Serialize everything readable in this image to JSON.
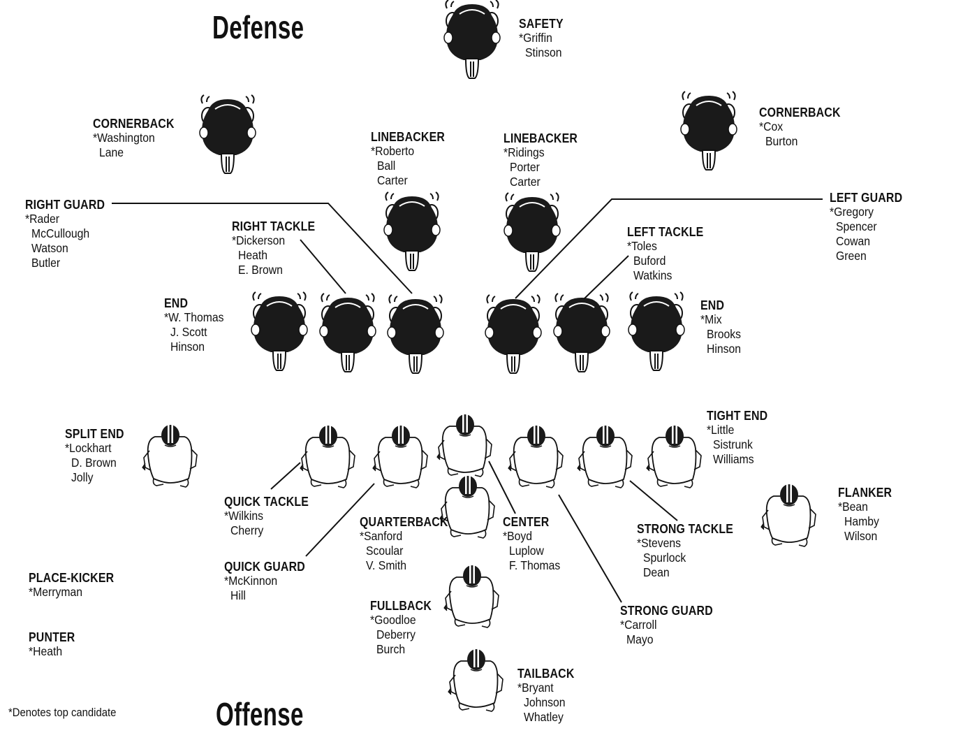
{
  "headings": {
    "defense": "Defense",
    "offense": "Offense"
  },
  "footnote": "*Denotes top candidate",
  "defense": {
    "safety": {
      "title": "SAFETY",
      "players": [
        "*Griffin",
        "Stinson"
      ]
    },
    "cornerback_l": {
      "title": "CORNERBACK",
      "players": [
        "*Washington",
        "Lane"
      ]
    },
    "cornerback_r": {
      "title": "CORNERBACK",
      "players": [
        "*Cox",
        "Burton"
      ]
    },
    "linebacker_l": {
      "title": "LINEBACKER",
      "players": [
        "*Roberto",
        "Ball",
        "Carter"
      ]
    },
    "linebacker_r": {
      "title": "LINEBACKER",
      "players": [
        "*Ridings",
        "Porter",
        "Carter"
      ]
    },
    "right_guard": {
      "title": "RIGHT GUARD",
      "players": [
        "*Rader",
        "McCullough",
        "Watson",
        "Butler"
      ]
    },
    "left_guard": {
      "title": "LEFT GUARD",
      "players": [
        "*Gregory",
        "Spencer",
        "Cowan",
        "Green"
      ]
    },
    "right_tackle": {
      "title": "RIGHT TACKLE",
      "players": [
        "*Dickerson",
        "Heath",
        "E. Brown"
      ]
    },
    "left_tackle": {
      "title": "LEFT TACKLE",
      "players": [
        "*Toles",
        "Buford",
        "Watkins"
      ]
    },
    "end_l": {
      "title": "END",
      "players": [
        "*W. Thomas",
        "J. Scott",
        "Hinson"
      ]
    },
    "end_r": {
      "title": "END",
      "players": [
        "*Mix",
        "Brooks",
        "Hinson"
      ]
    }
  },
  "offense": {
    "split_end": {
      "title": "SPLIT END",
      "players": [
        "*Lockhart",
        "D. Brown",
        "Jolly"
      ]
    },
    "tight_end": {
      "title": "TIGHT END",
      "players": [
        "*Little",
        "Sistrunk",
        "Williams"
      ]
    },
    "quick_tackle": {
      "title": "QUICK TACKLE",
      "players": [
        "*Wilkins",
        "Cherry"
      ]
    },
    "quarterback": {
      "title": "QUARTERBACK",
      "players": [
        "*Sanford",
        "Scoular",
        "V. Smith"
      ]
    },
    "center": {
      "title": "CENTER",
      "players": [
        "*Boyd",
        "Luplow",
        "F. Thomas"
      ]
    },
    "strong_tackle": {
      "title": "STRONG TACKLE",
      "players": [
        "*Stevens",
        "Spurlock",
        "Dean"
      ]
    },
    "flanker": {
      "title": "FLANKER",
      "players": [
        "*Bean",
        "Hamby",
        "Wilson"
      ]
    },
    "quick_guard": {
      "title": "QUICK GUARD",
      "players": [
        "*McKinnon",
        "Hill"
      ]
    },
    "place_kicker": {
      "title": "PLACE-KICKER",
      "players": [
        "*Merryman"
      ]
    },
    "punter": {
      "title": "PUNTER",
      "players": [
        "*Heath"
      ]
    },
    "fullback": {
      "title": "FULLBACK",
      "players": [
        "*Goodloe",
        "Deberry",
        "Burch"
      ]
    },
    "strong_guard": {
      "title": "STRONG GUARD",
      "players": [
        "*Carroll",
        "Mayo"
      ]
    },
    "tailback": {
      "title": "TAILBACK",
      "players": [
        "*Bryant",
        "Johnson",
        "Whatley"
      ]
    }
  },
  "colors": {
    "ink": "#111111",
    "jersey_dark": "#1a1a1a",
    "jersey_light": "#ffffff"
  }
}
